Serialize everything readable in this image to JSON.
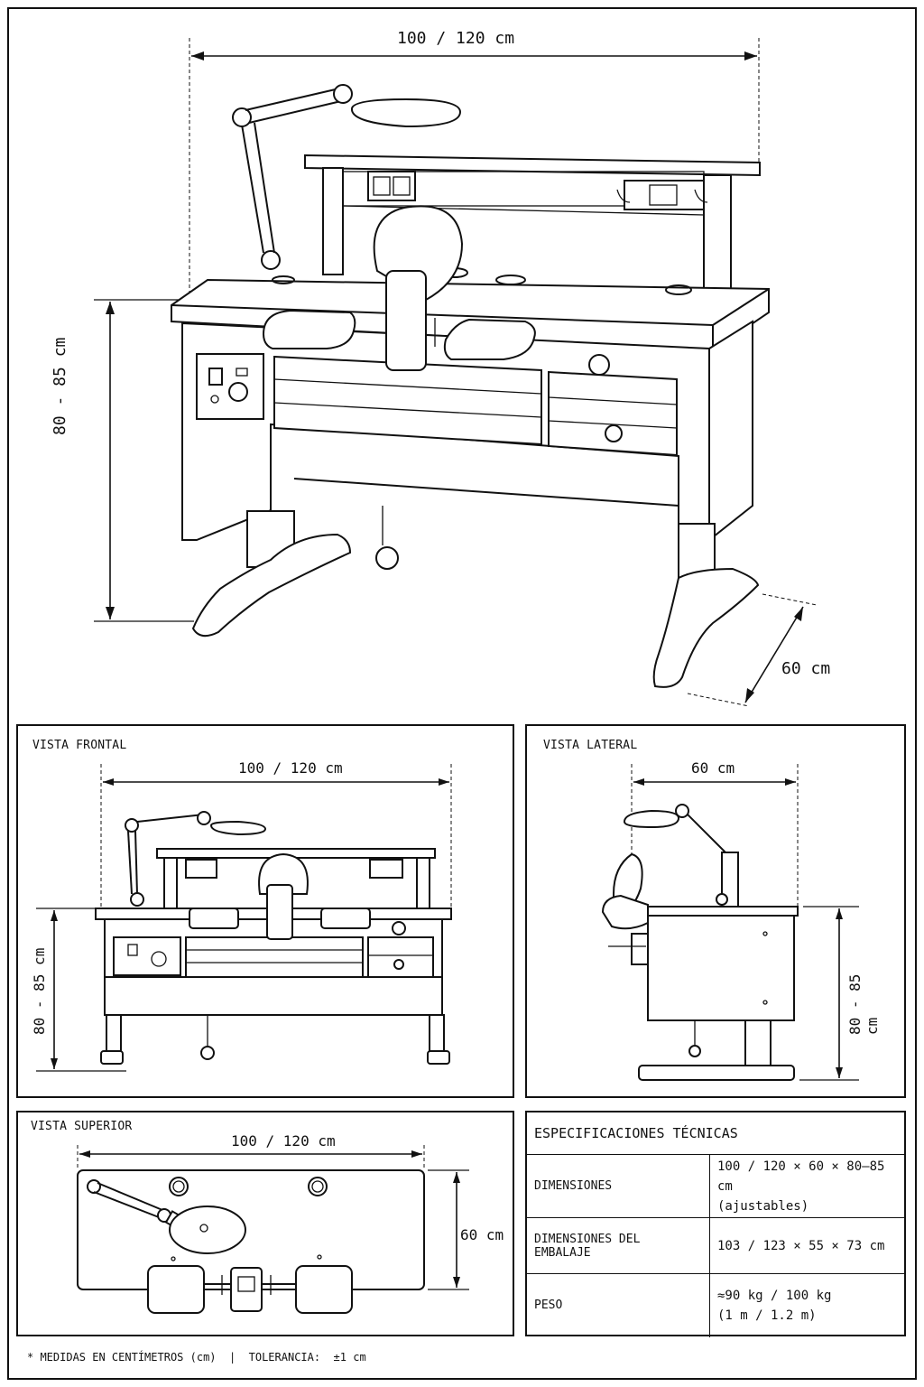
{
  "main_view": {
    "width_label": "100 / 120 cm",
    "height_label": "80 - 85 cm",
    "depth_label": "60 cm"
  },
  "front_view": {
    "title": "VISTA FRONTAL",
    "width_label": "100 / 120 cm",
    "height_label": "80 - 85 cm"
  },
  "side_view": {
    "title": "VISTA LATERAL",
    "depth_label": "60 cm",
    "height_label": "80 - 85 cm"
  },
  "top_view": {
    "title": "VISTA SUPERIOR",
    "width_label": "100 / 120 cm",
    "depth_label": "60 cm"
  },
  "specs": {
    "title": "ESPECIFICACIONES TÉCNICAS",
    "rows": [
      {
        "label": "DIMENSIONES",
        "value": "100 / 120 × 60 × 80–85 cm\n(ajustables)"
      },
      {
        "label": "DIMENSIONES DEL EMBALAJE",
        "value": "103 / 123 × 55 × 73 cm"
      },
      {
        "label": "PESO",
        "value": "≈90 kg / 100 kg\n(1 m / 1.2 m)"
      }
    ]
  },
  "footnote": "* MEDIDAS EN CENTÍMETROS (cm)  |  TOLERANCIA:  ±1 cm"
}
